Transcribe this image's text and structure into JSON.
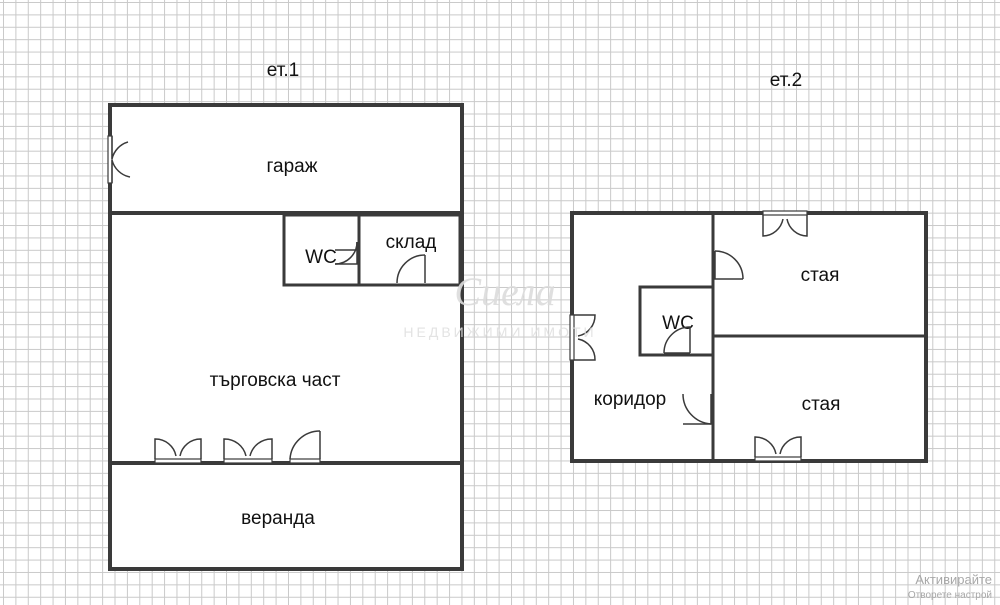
{
  "floors": [
    {
      "label": "ет.1",
      "rooms": [
        "гараж",
        "WC",
        "склад",
        "търговска част",
        "веранда"
      ]
    },
    {
      "label": "ет.2",
      "rooms": [
        "стая",
        "WC",
        "коридор",
        "стая"
      ]
    }
  ],
  "watermark": {
    "logo": "Сиела",
    "sub": "НЕДВИЖИМИ ИМОТИ"
  },
  "os_notice": {
    "line1": "Активирайте",
    "line2": "Отворете настрой"
  },
  "colors": {
    "wall": "#3a3a3a",
    "grid": "#c9c9c9",
    "background": "#ffffff"
  }
}
